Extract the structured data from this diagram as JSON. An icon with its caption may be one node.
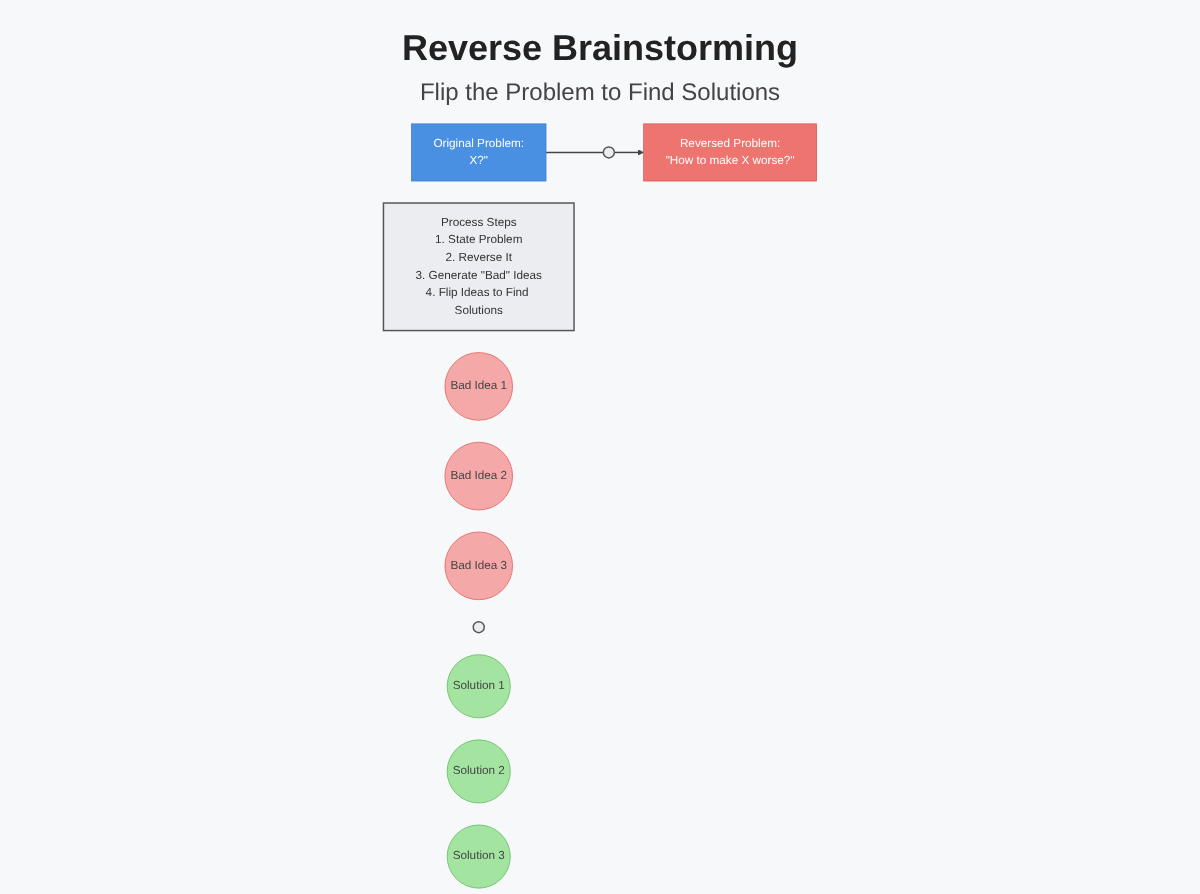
{
  "diagram": {
    "title": "Reverse Brainstorming",
    "caption": "Flip the Problem to Find Solutions",
    "nodes": [
      {
        "text": [
          "Original Problem:",
          "X?\""
        ]
      },
      {
        "text": [],
        "shape": "circle"
      },
      {
        "text": [
          "Reversed Problem:",
          "\"How to make X worse?\""
        ]
      },
      {
        "text": [
          "Process Steps",
          "1. State Problem",
          "2. Reverse It",
          "3. Generate \"Bad\" Ideas",
          "4. Flip Ideas to Find Solutions"
        ]
      },
      {
        "text": [
          "Bad Idea 1"
        ]
      },
      {
        "text": [
          "Bad Idea 2"
        ]
      },
      {
        "text": [
          "Bad Idea 3"
        ]
      },
      {
        "text": [],
        "shape": "circle"
      },
      {
        "text": [
          "Solution 1"
        ]
      },
      {
        "text": [
          "Solution 2"
        ]
      },
      {
        "text": [
          "Solution 3"
        ]
      }
    ],
    "edges": [
      {
        "from": 0,
        "to": 1,
        "arrow": "none"
      },
      {
        "from": 1,
        "to": 2,
        "arrow": "to"
      }
    ]
  }
}
